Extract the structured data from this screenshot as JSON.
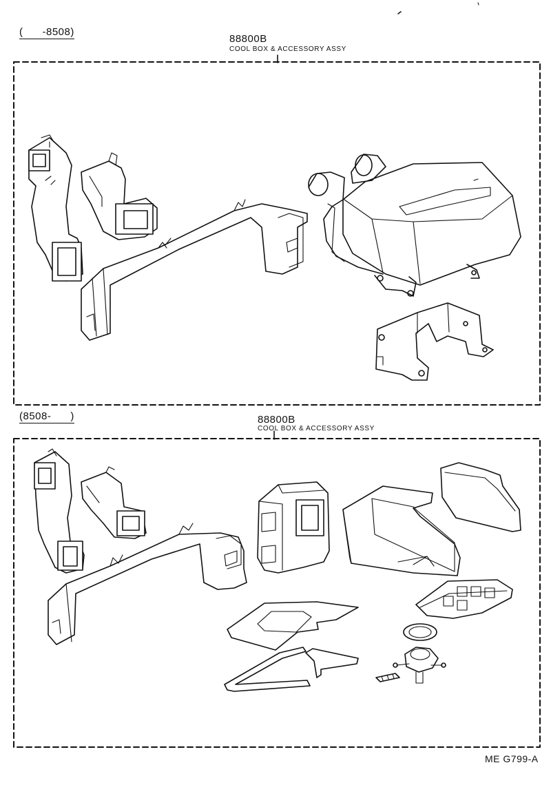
{
  "top_section": {
    "range": "(      -8508)",
    "part_number": "88800B",
    "part_name": "COOL BOX & ACCESSORY ASSY"
  },
  "bottom_section": {
    "range": "(8508-      )",
    "part_number": "88800B",
    "part_name": "COOL BOX & ACCESSORY ASSY"
  },
  "footer": {
    "illustration_code": "ME G799-A"
  }
}
